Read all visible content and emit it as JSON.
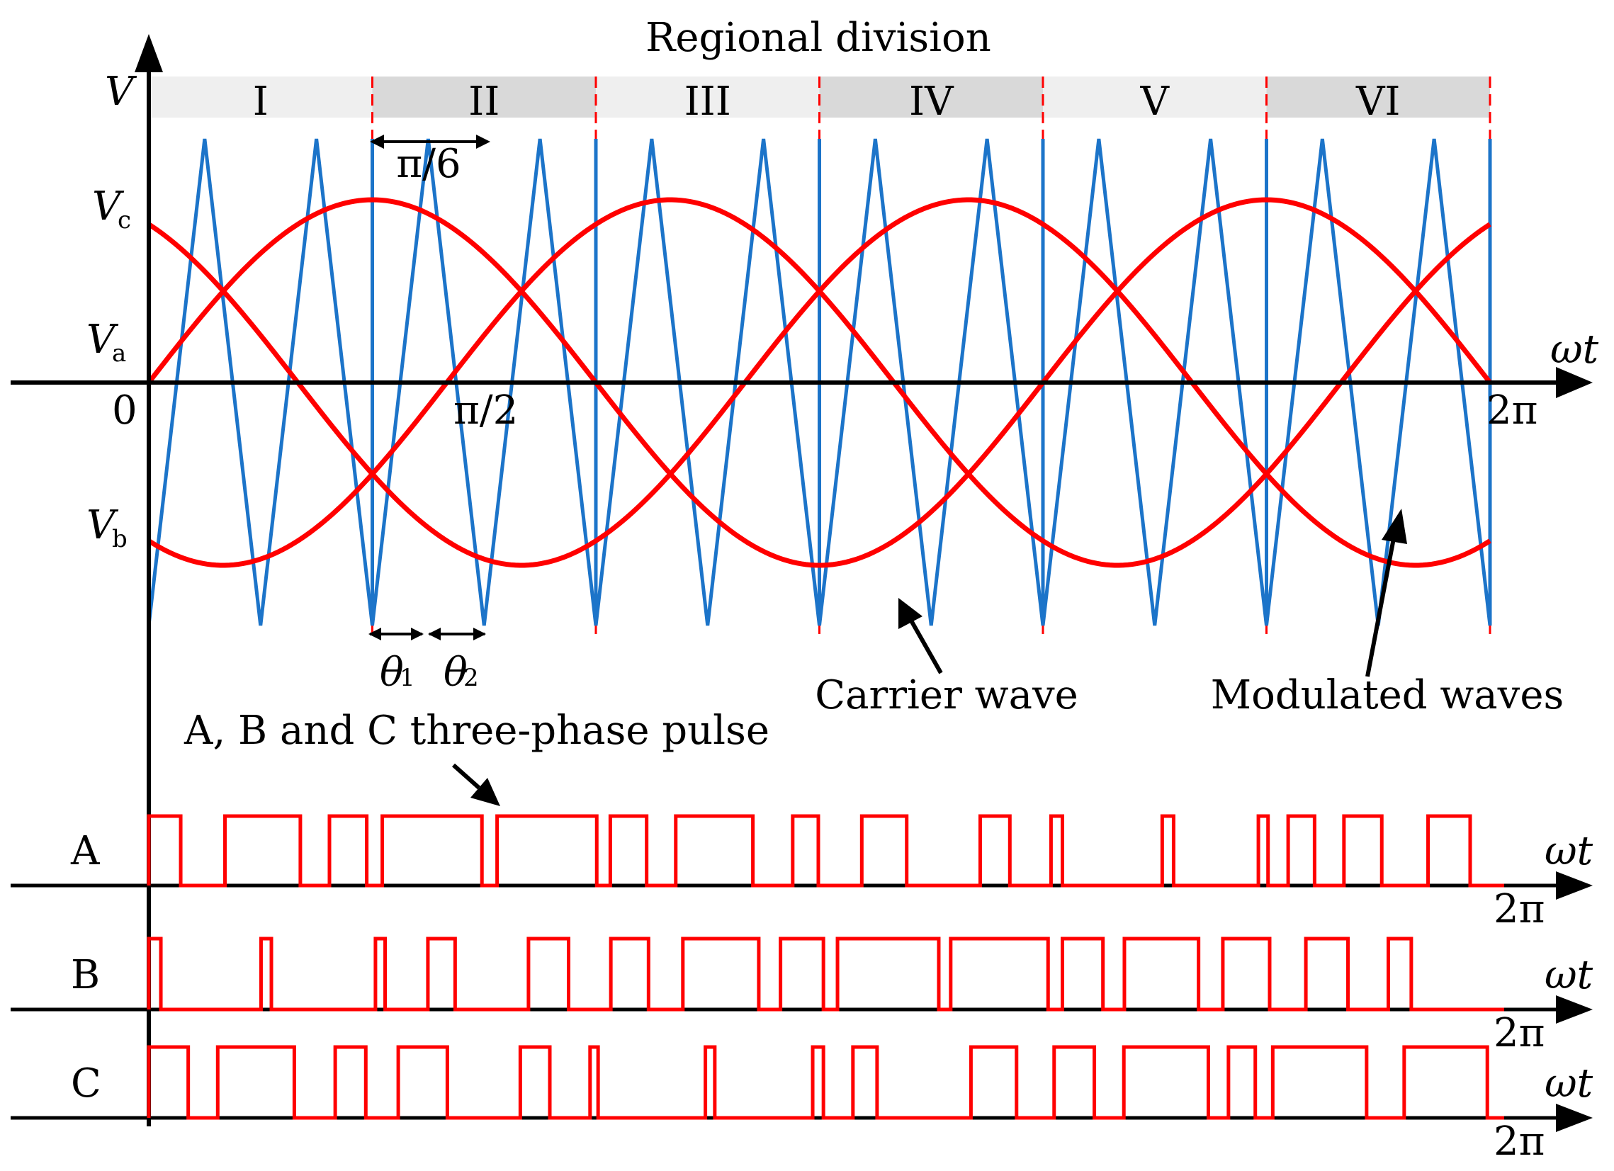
{
  "title": "Regional division",
  "regions": [
    "I",
    "II",
    "III",
    "IV",
    "V",
    "VI"
  ],
  "colors": {
    "carrier": "#1c74c9",
    "modulated": "#ff0000",
    "pulse": "#ff0000",
    "boundary": "#ff0000",
    "band_light": "#efefef",
    "band_dark": "#d9d9d9",
    "axis": "#000000"
  },
  "axis": {
    "y_label": "V",
    "x_label": "ωt",
    "origin": "0",
    "half_pi": "π/2",
    "two_pi": "2π",
    "va": {
      "main": "V",
      "sub": "a"
    },
    "vb": {
      "main": "V",
      "sub": "b"
    },
    "vc": {
      "main": "V",
      "sub": "c"
    }
  },
  "annotations": {
    "pi_over_6": "π/6",
    "theta1": {
      "main": "θ",
      "sub": "1"
    },
    "theta2": {
      "main": "θ",
      "sub": "2"
    },
    "carrier_wave": "Carrier wave",
    "modulated_waves": "Modulated waves",
    "pulse_caption": "A, B and C three-phase pulse"
  },
  "pulse_rows": [
    {
      "name": "A",
      "x_label": "ωt",
      "end_label": "2π",
      "high": [
        [
          0,
          0.0238
        ],
        [
          0.0568,
          0.113
        ],
        [
          0.1347,
          0.1625
        ],
        [
          0.1741,
          0.2484
        ],
        [
          0.2597,
          0.334
        ],
        [
          0.3441,
          0.3712
        ],
        [
          0.3929,
          0.4504
        ],
        [
          0.4801,
          0.4992
        ],
        [
          0.5316,
          0.5651
        ],
        [
          0.6199,
          0.642
        ],
        [
          0.6727,
          0.6812
        ],
        [
          0.7556,
          0.7641
        ],
        [
          0.8273,
          0.8345
        ],
        [
          0.8495,
          0.8692
        ],
        [
          0.8911,
          0.9193
        ],
        [
          0.9538,
          0.9852
        ]
      ]
    },
    {
      "name": "B",
      "x_label": "ωt",
      "end_label": "2π",
      "high": [
        [
          0,
          0.009
        ],
        [
          0.0837,
          0.0914
        ],
        [
          0.169,
          0.1762
        ],
        [
          0.2081,
          0.2284
        ],
        [
          0.2831,
          0.313
        ],
        [
          0.3445,
          0.3726
        ],
        [
          0.3982,
          0.4548
        ],
        [
          0.471,
          0.503
        ],
        [
          0.5135,
          0.589
        ],
        [
          0.5979,
          0.6705
        ],
        [
          0.6812,
          0.7114
        ],
        [
          0.7274,
          0.7827
        ],
        [
          0.8008,
          0.8357
        ],
        [
          0.8627,
          0.8941
        ],
        [
          0.9242,
          0.9413
        ]
      ]
    },
    {
      "name": "C",
      "x_label": "ωt",
      "end_label": "2π",
      "high": [
        [
          0,
          0.0294
        ],
        [
          0.0514,
          0.1085
        ],
        [
          0.139,
          0.1618
        ],
        [
          0.186,
          0.2226
        ],
        [
          0.277,
          0.299
        ],
        [
          0.329,
          0.335
        ],
        [
          0.415,
          0.422
        ],
        [
          0.495,
          0.503
        ],
        [
          0.525,
          0.543
        ],
        [
          0.613,
          0.647
        ],
        [
          0.675,
          0.705
        ],
        [
          0.727,
          0.79
        ],
        [
          0.805,
          0.825
        ],
        [
          0.838,
          0.908
        ],
        [
          0.936,
          0.998
        ]
      ]
    }
  ]
}
